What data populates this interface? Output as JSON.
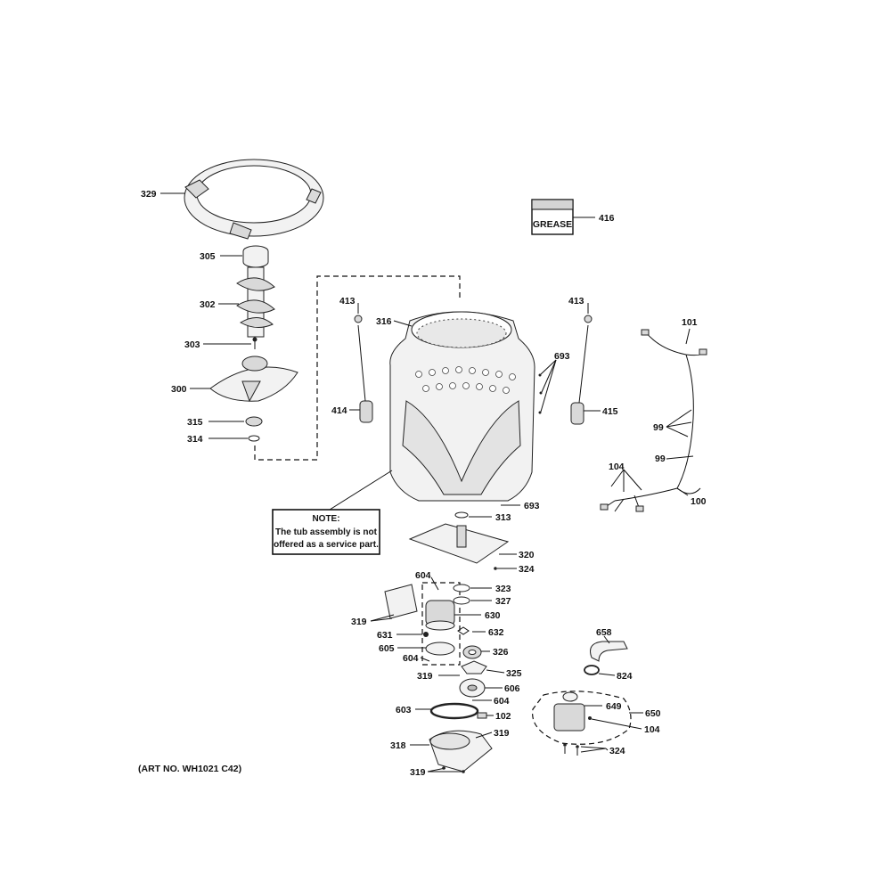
{
  "callouts": {
    "c329": "329",
    "c305": "305",
    "c302": "302",
    "c303": "303",
    "c300": "300",
    "c315": "315",
    "c314": "314",
    "c416": "416",
    "c413a": "413",
    "c413b": "413",
    "c316": "316",
    "c414": "414",
    "c415": "415",
    "c693a": "693",
    "c693b": "693",
    "c101": "101",
    "c99a": "99",
    "c99b": "99",
    "c104a": "104",
    "c100": "100",
    "c313": "313",
    "c320": "320",
    "c324a": "324",
    "c604a": "604",
    "c323": "323",
    "c327": "327",
    "c319a": "319",
    "c630": "630",
    "c631": "631",
    "c632": "632",
    "c605": "605",
    "c326": "326",
    "c604b": "604",
    "c325": "325",
    "c319b": "319",
    "c606": "606",
    "c604c": "604",
    "c603": "603",
    "c102": "102",
    "c318": "318",
    "c319c": "319",
    "c319d": "319",
    "c658": "658",
    "c824": "824",
    "c649": "649",
    "c650": "650",
    "c104b": "104",
    "c324b": "324"
  },
  "grease_label": "GREASE",
  "note": {
    "title": "NOTE:",
    "line1": "The tub assembly is not",
    "line2": "offered as a service part."
  },
  "art_no": "(ART NO. WH1021 C42)"
}
